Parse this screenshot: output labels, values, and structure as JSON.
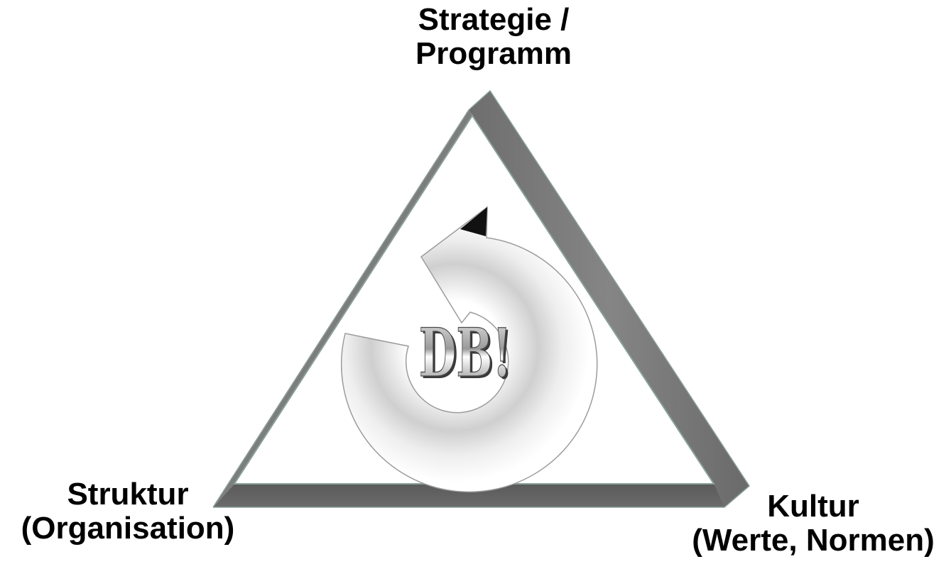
{
  "corners": {
    "top": {
      "line1": "Strategie /",
      "line2": "Programm"
    },
    "left": {
      "line1": "Struktur",
      "line2": "(Organisation)"
    },
    "right": {
      "line1": "Kultur",
      "line2": "(Werte, Normen)"
    }
  },
  "center_logo": {
    "text": "DB!"
  },
  "colors": {
    "frame_dark": "#5e5e5e",
    "frame_mid": "#7a7a7a",
    "frame_edge": "#8aa09a",
    "arrow_fill": "#f2f2f2",
    "arrow_shade": "#cfcfcf",
    "text": "#000000"
  },
  "icons": [
    "circular-arrow-icon",
    "triangle-frame"
  ]
}
